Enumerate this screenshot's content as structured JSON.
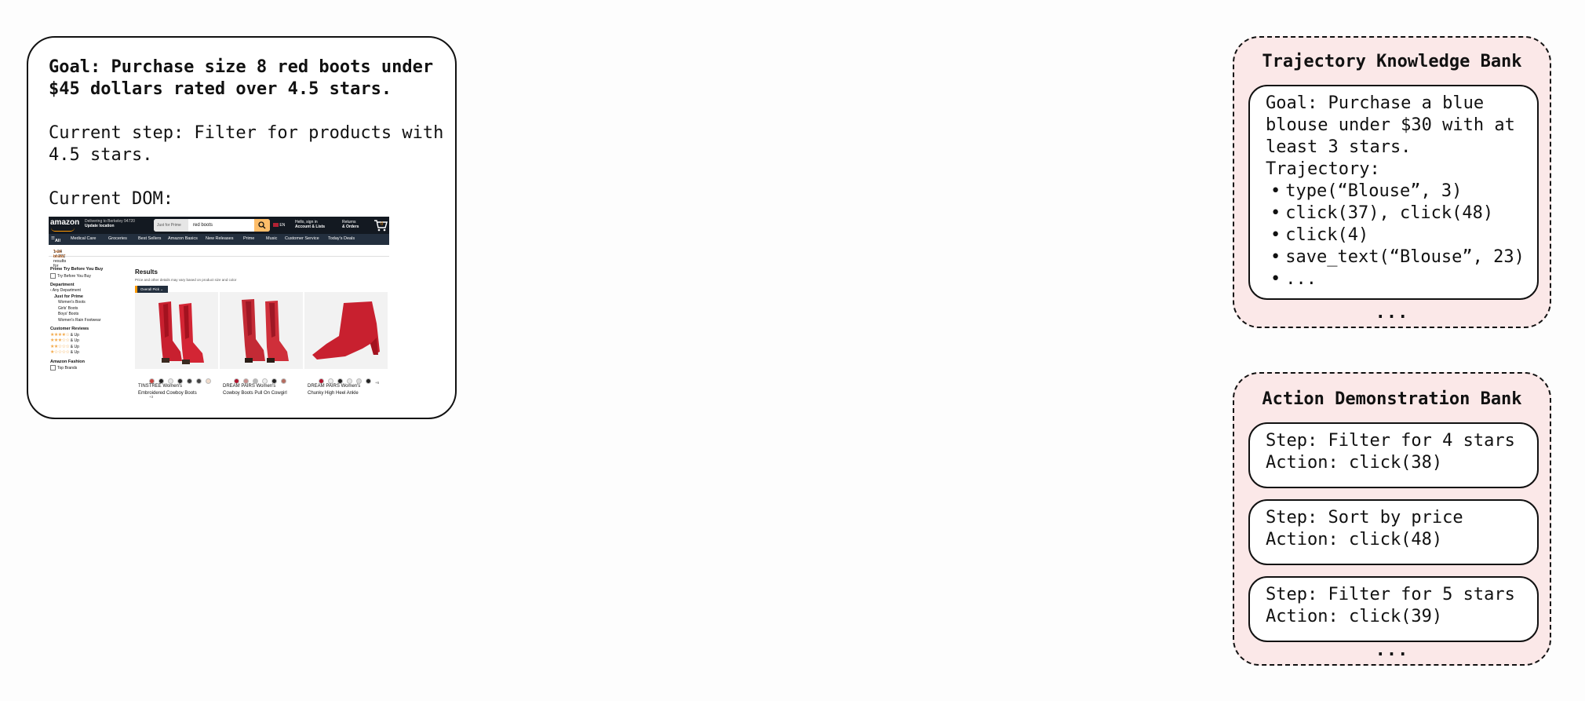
{
  "goal_card": {
    "goal": "Goal: Purchase size 8 red boots under $45 dollars rated over 4.5 stars.",
    "current_step": "Current step: Filter for products with 4.5 stars.",
    "dom_label": "Current DOM:"
  },
  "dom_screenshot": {
    "logo": "amazon",
    "deliver_line1": "Delivering to Berkeley 94720",
    "deliver_line2": "Update location",
    "search_category": "Just for Prime",
    "search_query": "red boots",
    "lang": "EN",
    "account_line1": "Hello, sign in",
    "account_line2": "Account & Lists",
    "returns_line1": "Returns",
    "returns_line2": "& Orders",
    "nav_items": [
      "All",
      "Medical Care",
      "Groceries",
      "Best Sellers",
      "Amazon Basics",
      "New Releases",
      "Prime",
      "Music",
      "Customer Service",
      "Today's Deals"
    ],
    "results_count": "1-24 of 271 results for ",
    "results_query": "\"red boots\"",
    "sidebar": {
      "prime_heading": "Prime Try Before You Buy",
      "prime_option": "Try Before You Buy",
      "department_heading": "Department",
      "any_department": "‹ Any Department",
      "just_for_prime": "Just for Prime",
      "departments": [
        "Women's Boots",
        "Girls' Boots",
        "Boys' Boots",
        "Women's Rain Footwear"
      ],
      "reviews_heading": "Customer Reviews",
      "review_filters": [
        {
          "stars": "★★★★☆",
          "label": "& Up"
        },
        {
          "stars": "★★★☆☆",
          "label": "& Up"
        },
        {
          "stars": "★★☆☆☆",
          "label": "& Up"
        },
        {
          "stars": "★☆☆☆☆",
          "label": "& Up"
        }
      ],
      "fashion_heading": "Amazon Fashion",
      "fashion_option": "Top Brands"
    },
    "results_heading": "Results",
    "results_sub": "Price and other details may vary based on product size and color",
    "badge": "Overall Pick",
    "products": [
      {
        "title1": "TINSTREE Women's",
        "title2": "Embroidered Cowboy Boots",
        "more": "+3",
        "swatches": [
          "#c9443f",
          "#222222",
          "#e8e8e8",
          "#2b2b2b",
          "#3a3a3a",
          "#444444",
          "#f1dccc"
        ]
      },
      {
        "title1": "DREAM PAIRS Women's",
        "title2": "Cowboy Boots Pull On Cowgirl",
        "more": "",
        "swatches": [
          "#b3122b",
          "#c98d8a",
          "#b8b8b8",
          "#eeeeee",
          "#222222",
          "#b56b5f"
        ]
      },
      {
        "title1": "DREAM PAIRS Women's",
        "title2": "Chunky High Heel Ankle",
        "more": "+6",
        "swatches": [
          "#b3122b",
          "#eeeeee",
          "#222222",
          "#e8e8e8",
          "#d9d9d9",
          "#222222"
        ]
      }
    ]
  },
  "trajectory_bank": {
    "title": "Trajectory Knowledge Bank",
    "goal": "Goal: Purchase a blue blouse under $30 with at least 3 stars.",
    "trajectory_label": "Trajectory:",
    "steps": [
      "type(“Blouse”, 3)",
      "click(37), click(48)",
      "click(4)",
      "save_text(“Blouse”, 23)",
      "..."
    ],
    "more": "..."
  },
  "action_bank": {
    "title": "Action Demonstration Bank",
    "items": [
      {
        "step": "Step: Filter for 4 stars",
        "action": "Action: click(38)"
      },
      {
        "step": "Step: Sort by price",
        "action": "Action: click(48)"
      },
      {
        "step": "Step: Filter for 5 stars",
        "action": "Action: click(39)"
      }
    ],
    "more": "..."
  },
  "colors": {
    "bank_fill": "#fbe8e8",
    "amazon_header": "#131921",
    "amazon_nav": "#232f3e",
    "amazon_accent": "#febd69",
    "boot_red": "#c8202f"
  }
}
